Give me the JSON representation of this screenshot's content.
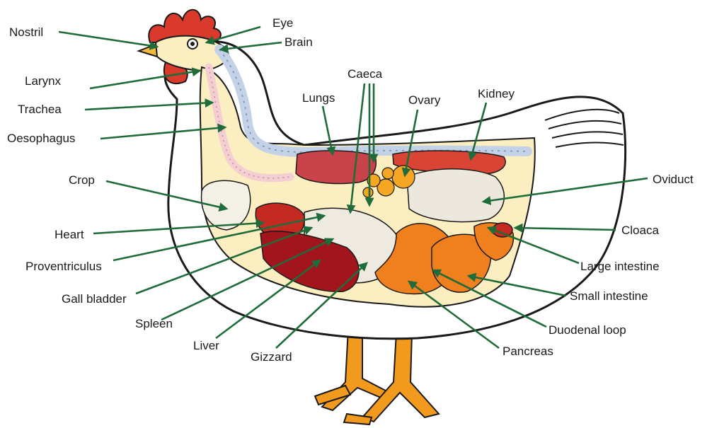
{
  "labels": {
    "nostril": "Nostril",
    "eye": "Eye",
    "brain": "Brain",
    "larynx": "Larynx",
    "trachea": "Trachea",
    "oesophagus": "Oesophagus",
    "crop": "Crop",
    "heart": "Heart",
    "proventriculus": "Proventriculus",
    "gall_bladder": "Gall bladder",
    "spleen": "Spleen",
    "liver": "Liver",
    "gizzard": "Gizzard",
    "caeca": "Caeca",
    "lungs": "Lungs",
    "ovary": "Ovary",
    "kidney": "Kidney",
    "oviduct": "Oviduct",
    "cloaca": "Cloaca",
    "large_intestine": "Large intestine",
    "small_intestine": "Small intestine",
    "duodenal_loop": "Duodenal loop",
    "pancreas": "Pancreas"
  },
  "colors": {
    "arrow": "#1f6b3a",
    "outline": "#1a1a1a",
    "comb": "#d93a2b",
    "beak": "#f4b93a",
    "legs": "#f29a1e",
    "body_cavity": "#fbeec0",
    "liver": "#a3151c",
    "heart": "#c42a22",
    "intestine": "#f07f1e",
    "ovary": "#f5a623",
    "lungs": "#c8434a",
    "spine": "#c4d2e8",
    "trachea": "#f3cfd3"
  }
}
